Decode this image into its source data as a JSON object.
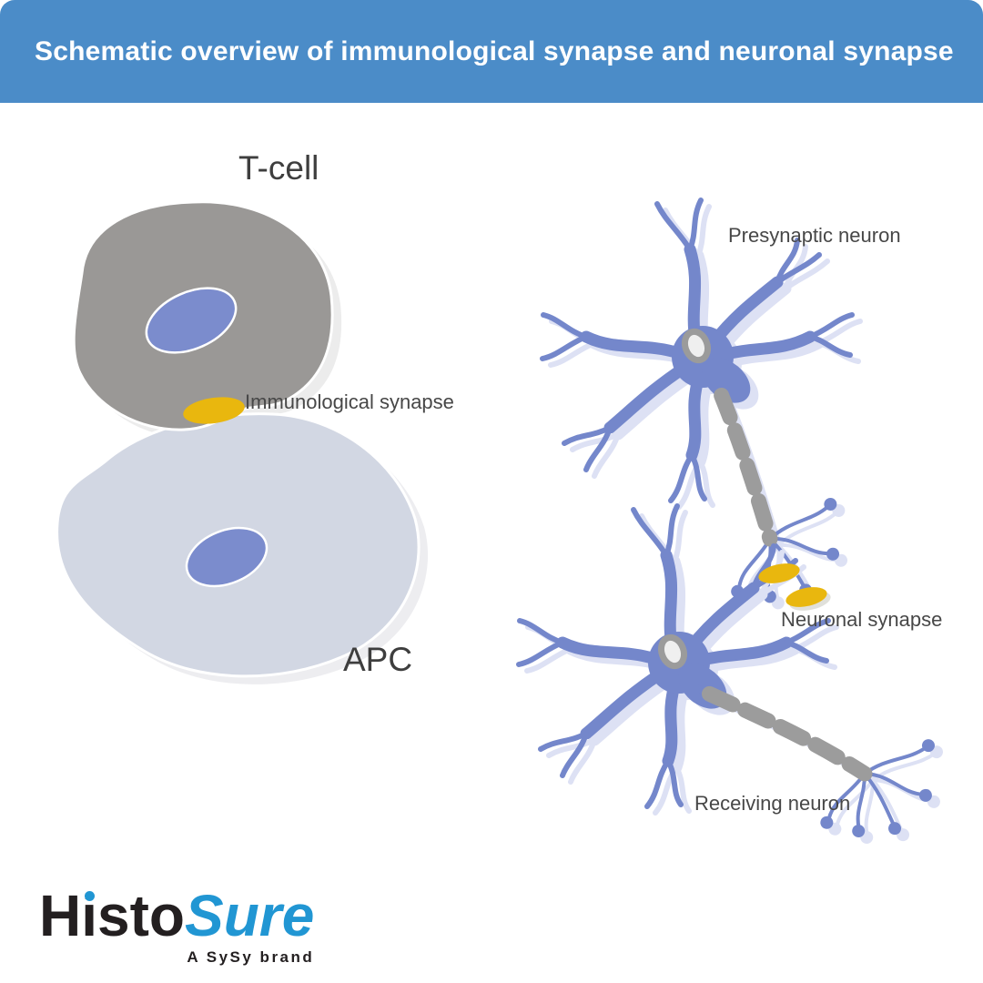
{
  "header": {
    "title": "Schematic overview of immunological synapse and neuronal synapse"
  },
  "immune_panel": {
    "t_cell_label": "T-cell",
    "apc_label": "APC",
    "synapse_label": "Immunological synapse"
  },
  "neuron_panel": {
    "presynaptic_label": "Presynaptic neuron",
    "synapse_label": "Neuronal synapse",
    "receiving_label": "Receiving neuron"
  },
  "logo": {
    "histo": "Histo",
    "sure": "Sure",
    "tagline": "A SySy brand"
  },
  "colors": {
    "header_blue": "#4b8cc8",
    "t_cell_gray": "#9a9896",
    "apc_fill": "#d2d7e3",
    "nucleus_blue": "#7b8ccd",
    "synapse_yellow": "#e9b70e",
    "neuron_blue": "#7487cb",
    "neuron_shadow": "#dde1f4",
    "myelin_gray": "#9c9c9c",
    "label_text": "#474747",
    "logo_black": "#231f20",
    "logo_blue": "#2196d3"
  }
}
